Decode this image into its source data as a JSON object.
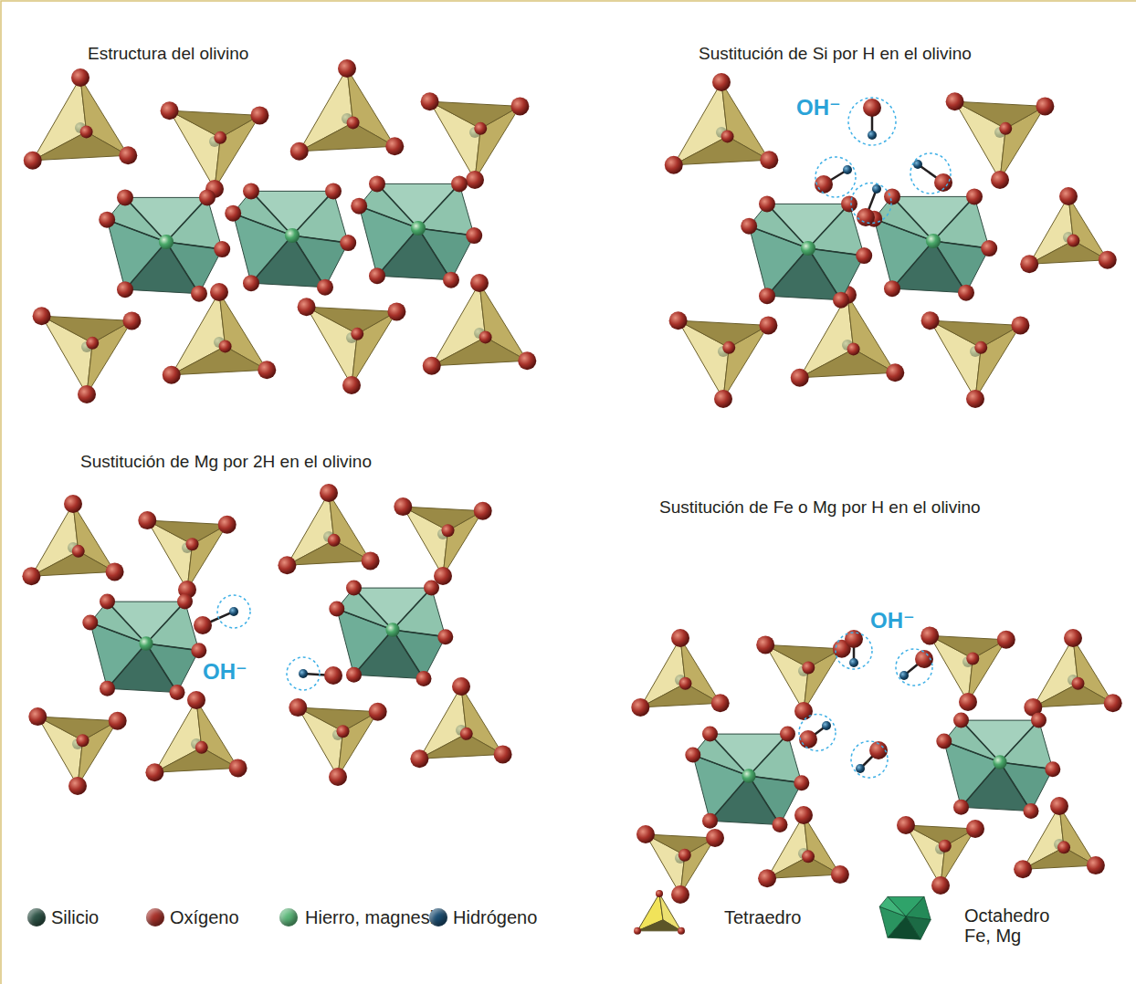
{
  "diagram": {
    "labels": [
      "Estructura del olivino",
      "Sustitución de Si por H en el olivino",
      "OH⁻",
      "Sustitución de Mg por 2H en el olivino",
      "OH⁻",
      "Sustitución de Fe o Mg por H en el olivino",
      "OH⁻"
    ],
    "legend": [
      {
        "text": "Silicio",
        "color": "#2f5548"
      },
      {
        "text": "Oxígeno",
        "color": "#a8322a"
      },
      {
        "text": "Hierro, magnesio",
        "color": "#5cb87a"
      },
      {
        "text": "Hidrógeno",
        "color": "#1c4f73"
      },
      {
        "text": "Tetraedro"
      },
      {
        "text": "Octahedro Fe, Mg"
      }
    ]
  }
}
